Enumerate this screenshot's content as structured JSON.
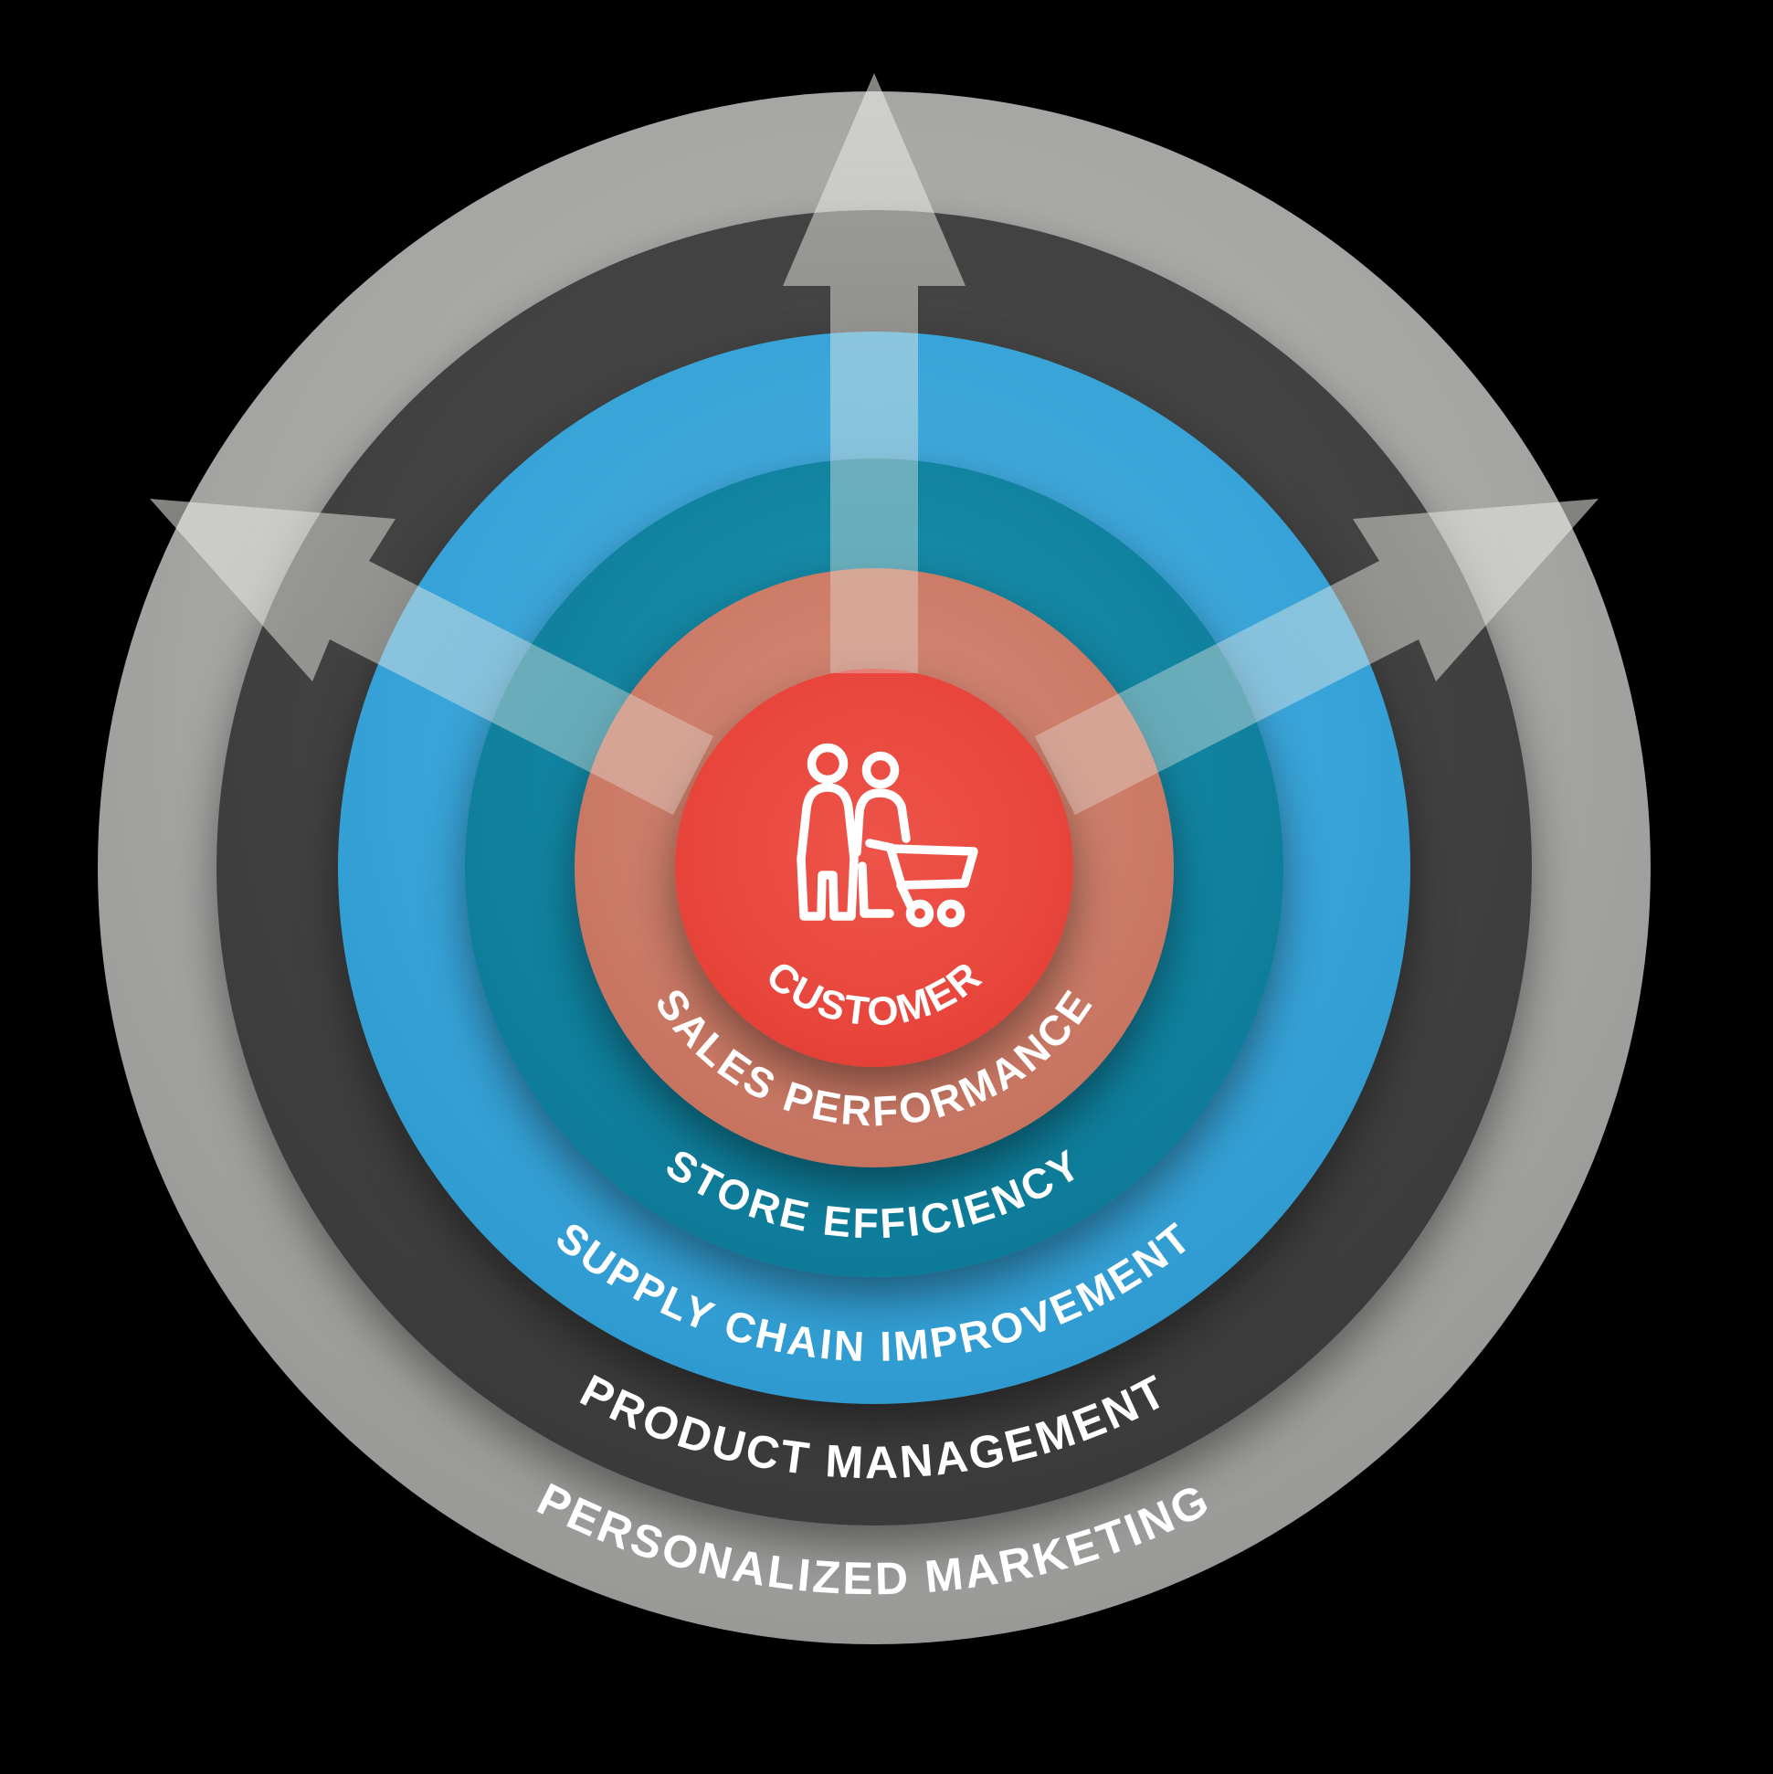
{
  "diagram": {
    "background_color": "#000000",
    "type": "concentric-rings-onion-diagram",
    "center_icon": "customers-with-shopping-cart-icon",
    "rings": [
      {
        "label": "CUSTOMER",
        "color": "#e8463c",
        "position": "center circle"
      },
      {
        "label": "SALES PERFORMANCE",
        "color": "#cc7b67",
        "position": "ring 2"
      },
      {
        "label": "STORE EFFICIENCY",
        "color": "#10829f",
        "position": "ring 3"
      },
      {
        "label": "SUPPLY CHAIN IMPROVEMENT",
        "color": "#37a3d8",
        "position": "ring 4"
      },
      {
        "label": "PRODUCT MANAGEMENT",
        "color": "#414141",
        "position": "ring 5"
      },
      {
        "label": "PERSONALIZED MARKETING",
        "color": "#a5a5a3",
        "position": "outer ring"
      }
    ],
    "arrows": {
      "directions": [
        "up",
        "upper-left",
        "upper-right"
      ],
      "color": "#e6e6df",
      "style": "translucent, radiating outward past the outer ring"
    }
  }
}
